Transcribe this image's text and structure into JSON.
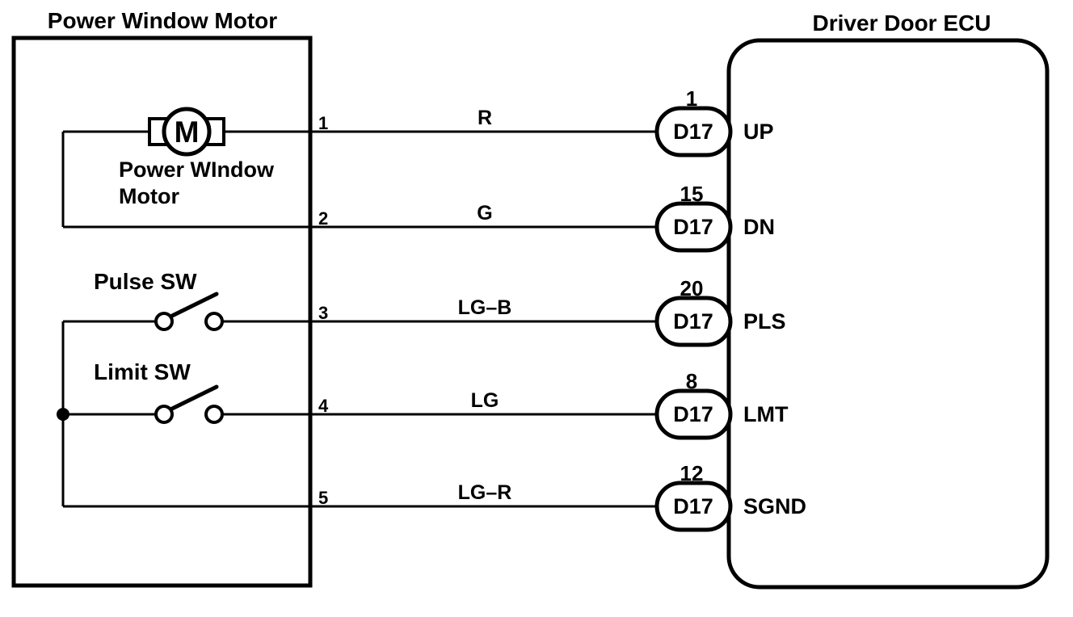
{
  "left_box": {
    "title": "Power Window Motor",
    "motor": {
      "symbol": "M",
      "label_line1": "Power WIndow",
      "label_line2": "Motor"
    },
    "pulse_switch_label": "Pulse SW",
    "limit_switch_label": "Limit SW"
  },
  "right_box": {
    "title": "Driver Door ECU"
  },
  "wires": [
    {
      "terminal": "1",
      "color": "R",
      "pin": "1",
      "connector": "D17",
      "signal": "UP"
    },
    {
      "terminal": "2",
      "color": "G",
      "pin": "15",
      "connector": "D17",
      "signal": "DN"
    },
    {
      "terminal": "3",
      "color": "LG–B",
      "pin": "20",
      "connector": "D17",
      "signal": "PLS"
    },
    {
      "terminal": "4",
      "color": "LG",
      "pin": "8",
      "connector": "D17",
      "signal": "LMT"
    },
    {
      "terminal": "5",
      "color": "LG–R",
      "pin": "12",
      "connector": "D17",
      "signal": "SGND"
    }
  ],
  "colors": {
    "line": "#000000",
    "background": "#ffffff"
  }
}
